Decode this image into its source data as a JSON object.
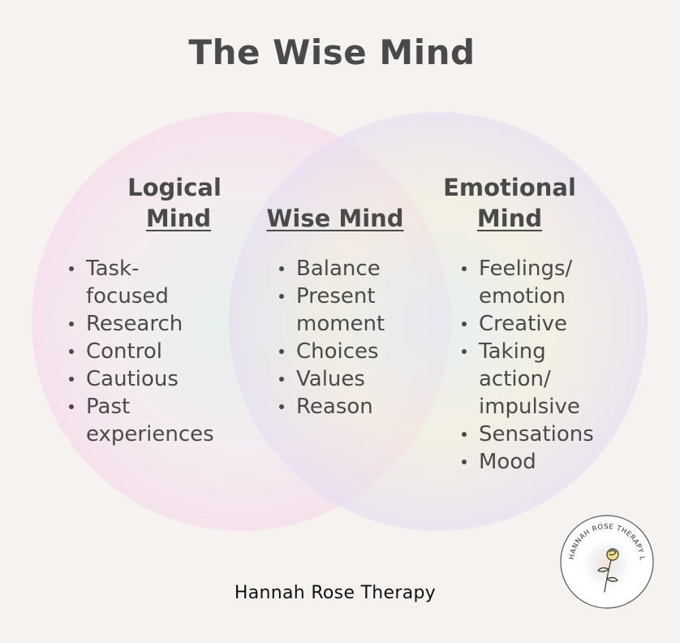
{
  "title": "The Wise Mind",
  "left": {
    "heading_line1": "Logical",
    "heading_line2": "Mind",
    "items": [
      "Task-\nfocused",
      "Research",
      "Control",
      "Cautious",
      "Past\nexperiences"
    ]
  },
  "center": {
    "heading": "Wise Mind",
    "items": [
      "Balance",
      "Present\nmoment",
      "Choices",
      "Values",
      "Reason"
    ]
  },
  "right": {
    "heading_line1": "Emotional",
    "heading_line2": "Mind",
    "items": [
      "Feelings/\nemotion",
      "Creative",
      "Taking\naction/\nimpulsive",
      "Sensations",
      "Mood"
    ]
  },
  "footer": "Hannah Rose Therapy",
  "logo": {
    "text": "HANNAH ROSE THERAPY LCSW",
    "icon": "rose-icon"
  },
  "colors": {
    "background": "#f6f2ef",
    "text": "#4a4a4a"
  }
}
